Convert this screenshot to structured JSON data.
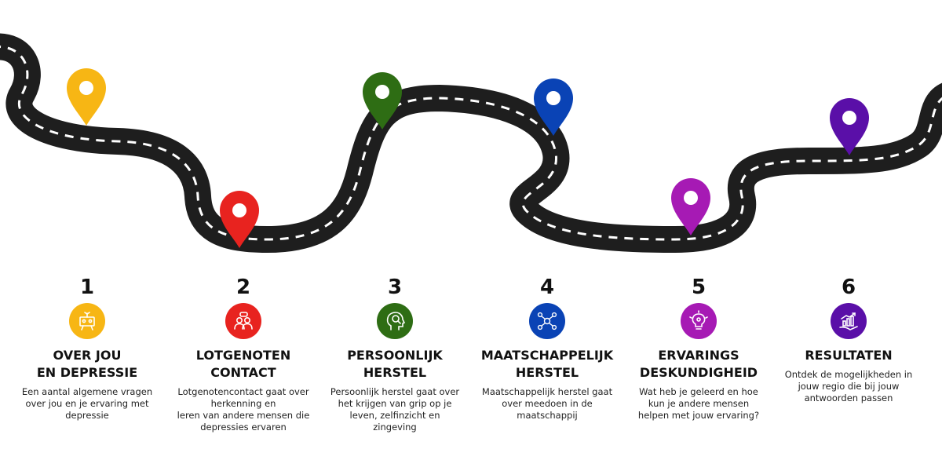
{
  "colors": {
    "road": "#1e1e1e",
    "stripe": "#ffffff",
    "step1": "#f7b614",
    "step2": "#e8231f",
    "step3": "#2e6d14",
    "step4": "#0a43b5",
    "step5": "#a61ab4",
    "step6": "#5a0fa8"
  },
  "steps": [
    {
      "number": "1",
      "title": "OVER JOU\nEN DEPRESSIE",
      "description": "Een aantal algemene vragen\nover jou en je ervaring met\ndepressie",
      "icon": "presentation-icon",
      "color": "#f7b614"
    },
    {
      "number": "2",
      "title": "LOTGENOTEN\nCONTACT",
      "description": "Lotgenotencontact gaat over\nherkenning en\nleren van andere mensen die\ndepressies ervaren",
      "icon": "people-talking-icon",
      "color": "#e8231f"
    },
    {
      "number": "3",
      "title": "PERSOONLIJK\nHERSTEL",
      "description": "Persoonlijk herstel gaat over\nhet krijgen van grip op je\nleven, zelfinzicht en\nzingeving",
      "icon": "head-search-icon",
      "color": "#2e6d14"
    },
    {
      "number": "4",
      "title": "MAATSCHAPPELIJK\nHERSTEL",
      "description": "Maatschappelijk herstel gaat\nover meedoen in de\nmaatschappij",
      "icon": "network-people-icon",
      "color": "#0a43b5"
    },
    {
      "number": "5",
      "title": "ERVARINGS\nDESKUNDIGHEID",
      "description": "Wat heb je geleerd en hoe\nkun je andere mensen\nhelpen met jouw ervaring?",
      "icon": "lightbulb-icon",
      "color": "#a61ab4"
    },
    {
      "number": "6",
      "title": "RESULTATEN",
      "description": "Ontdek de mogelijkheden in\njouw regio die bij jouw\nantwoorden passen",
      "icon": "growth-chart-icon",
      "color": "#5a0fa8"
    }
  ]
}
